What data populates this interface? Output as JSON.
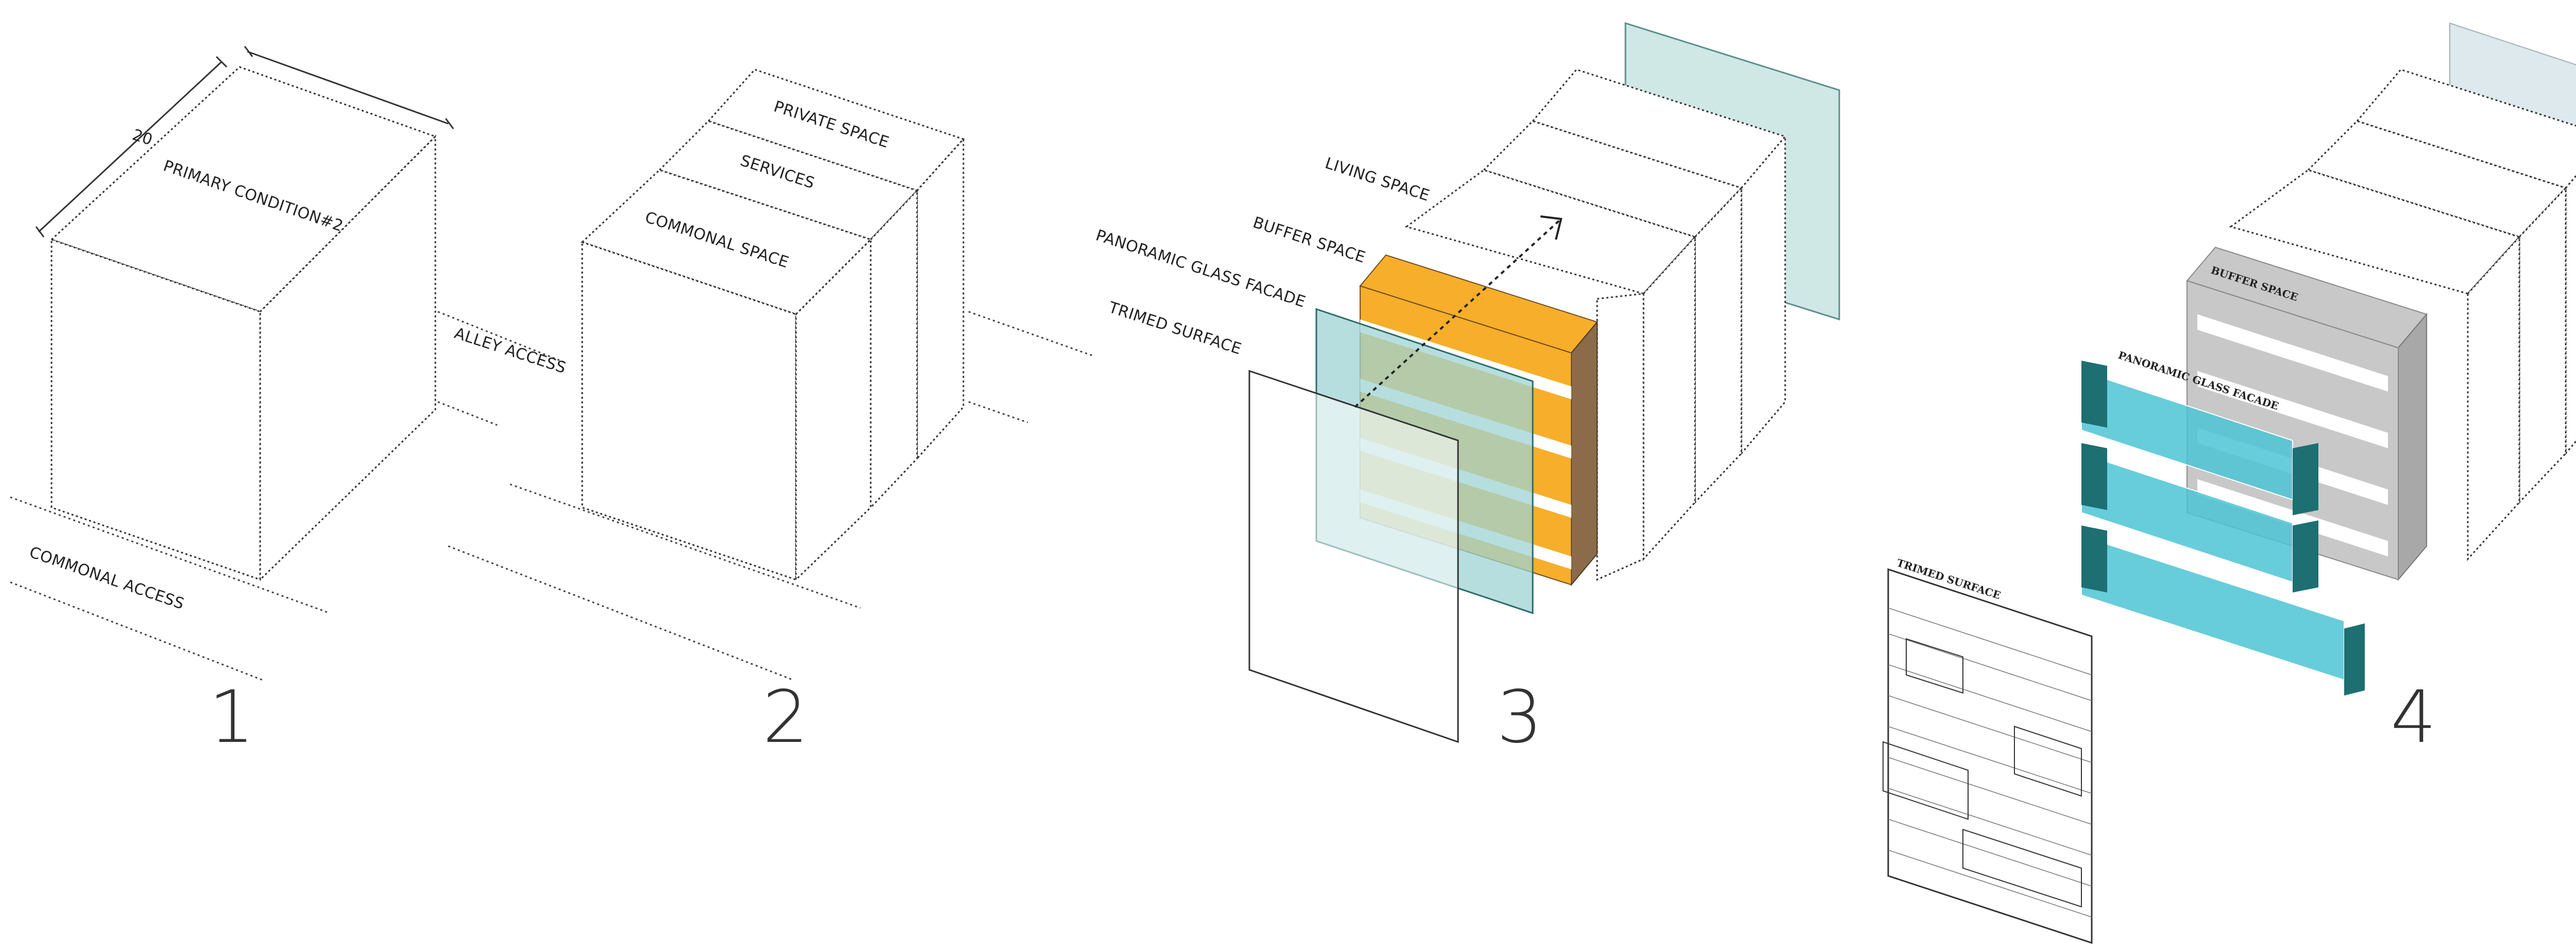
{
  "stages": {
    "s1": {
      "number": "1",
      "labels": {
        "primary": "PRIMARY CONDITION#2",
        "dimension": "20",
        "commonal_access": "COMMONAL ACCESS"
      }
    },
    "s2": {
      "number": "2",
      "labels": {
        "private": "PRIVATE SPACE",
        "services": "SERVICES",
        "commonal_space": "COMMONAL SPACE",
        "alley_access": "ALLEY ACCESS"
      }
    },
    "s3": {
      "number": "3",
      "labels": {
        "living": "LIVING SPACE",
        "buffer": "BUFFER SPACE",
        "glass": "PANORAMIC GLASS FACADE",
        "trimmed": "TRIMED SURFACE"
      }
    },
    "s4": {
      "number": "4",
      "labels": {
        "buffer": "BUFFER SPACE",
        "glass": "PANORAMIC GLASS FACADE",
        "trimmed": "TRIMED SURFACE"
      }
    }
  },
  "colors": {
    "buffer_orange": "#F7AE2A",
    "buffer_side": "#8B6B4A",
    "glass_teal": "#9ED3D3",
    "glass_cyan": "#4CC4D4",
    "glass_dark": "#1D6F72",
    "grey_frame": "#C8C8C8",
    "grey_panel": "#DDE9EC"
  }
}
